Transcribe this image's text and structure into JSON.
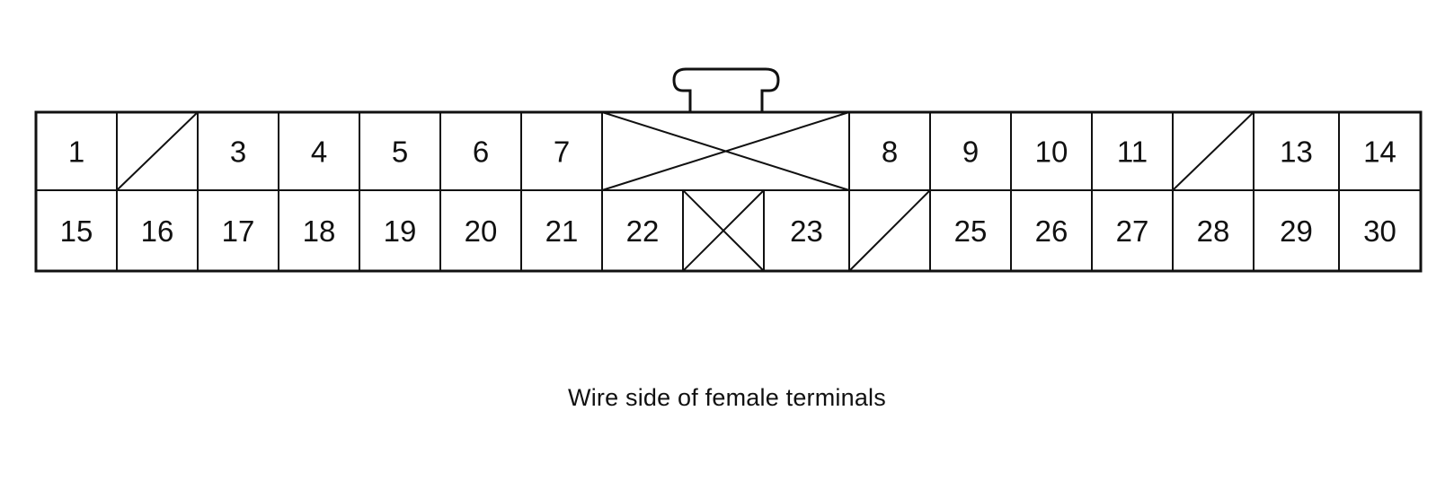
{
  "connector": {
    "top_row": [
      {
        "label": "1"
      },
      {
        "label": "",
        "blank": "slash"
      },
      {
        "label": "3"
      },
      {
        "label": "4"
      },
      {
        "label": "5"
      },
      {
        "label": "6"
      },
      {
        "label": "7"
      },
      {
        "label": "",
        "blank": "x-wide"
      },
      {
        "label": "8"
      },
      {
        "label": "9"
      },
      {
        "label": "10"
      },
      {
        "label": "11"
      },
      {
        "label": "",
        "blank": "slash"
      },
      {
        "label": "13"
      },
      {
        "label": "14"
      }
    ],
    "bottom_row": [
      {
        "label": "15"
      },
      {
        "label": "16"
      },
      {
        "label": "17"
      },
      {
        "label": "18"
      },
      {
        "label": "19"
      },
      {
        "label": "20"
      },
      {
        "label": "21"
      },
      {
        "label": "22"
      },
      {
        "label": "",
        "blank": "x"
      },
      {
        "label": "23"
      },
      {
        "label": "",
        "blank": "slash"
      },
      {
        "label": "25"
      },
      {
        "label": "26"
      },
      {
        "label": "27"
      },
      {
        "label": "28"
      },
      {
        "label": "29"
      },
      {
        "label": "30"
      }
    ]
  },
  "caption": "Wire side of female terminals"
}
